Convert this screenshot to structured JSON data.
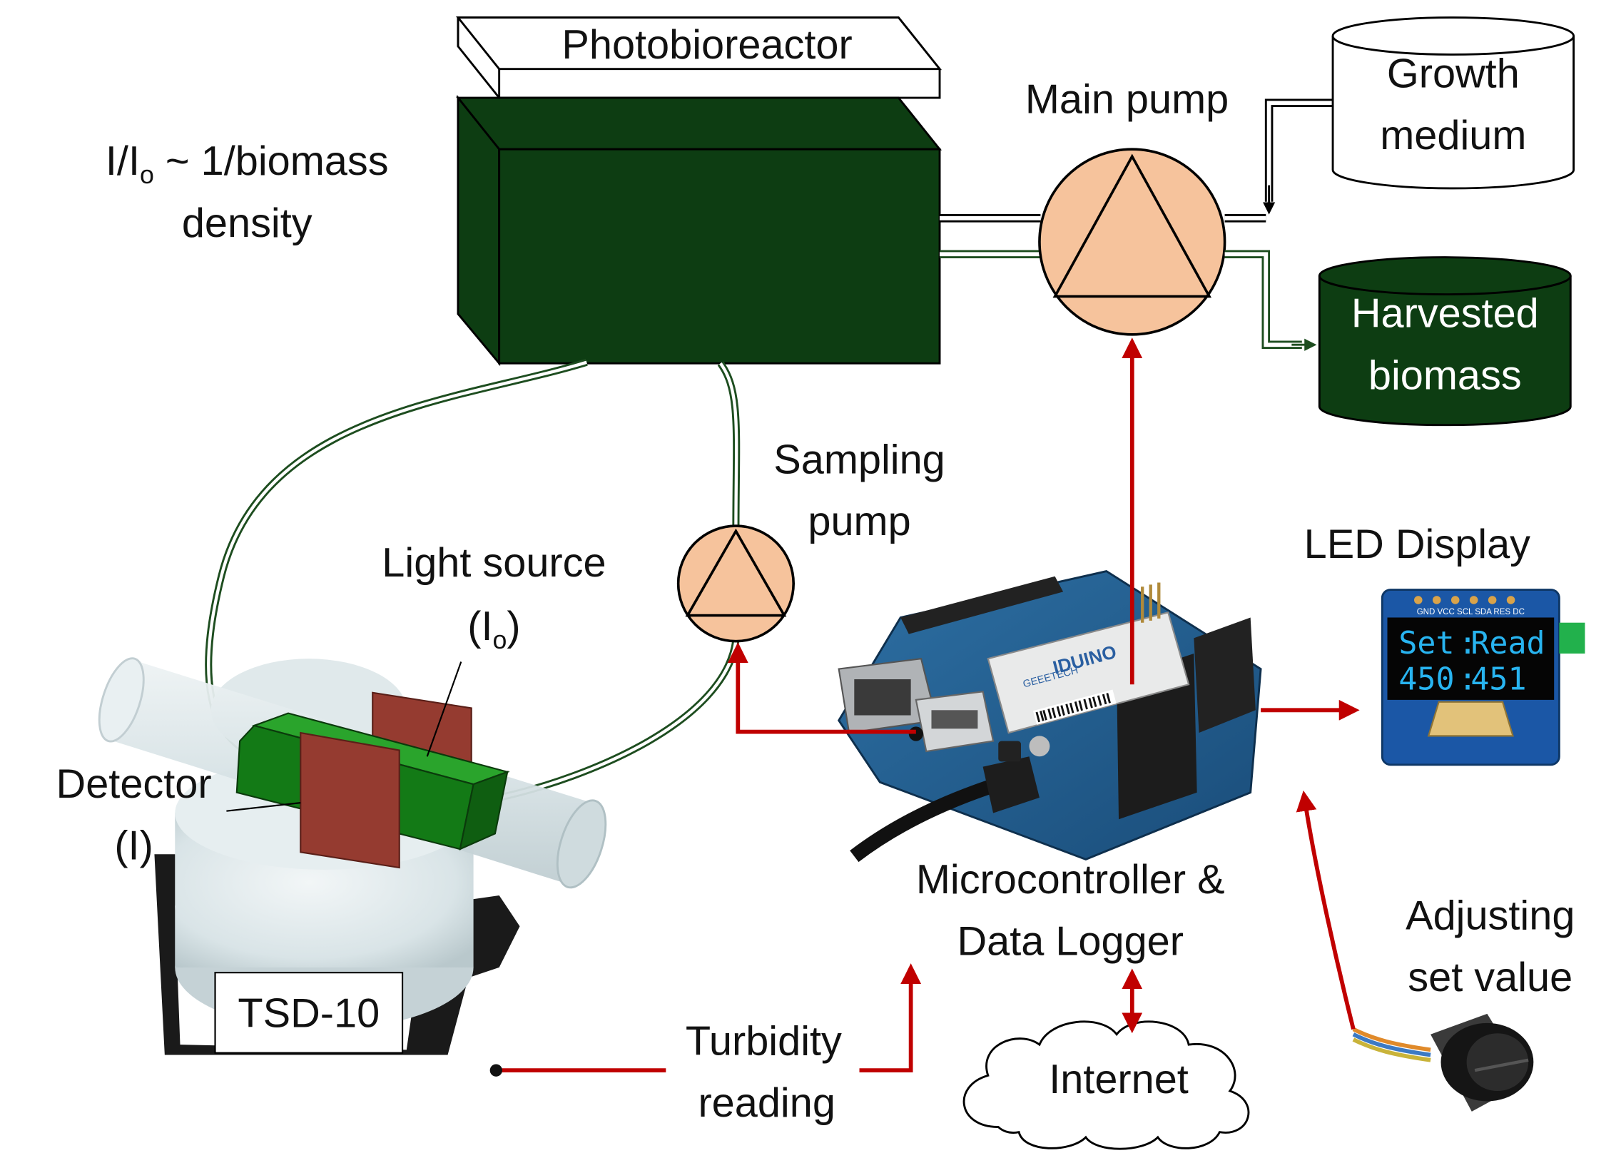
{
  "labels": {
    "photobioreactor": "Photobioreactor",
    "ratio_line1_a": "I/I",
    "ratio_line1_sub": "o",
    "ratio_line1_b": " ~ 1/biomass",
    "ratio_line2": "density",
    "main_pump": "Main pump",
    "growth_medium_line1": "Growth",
    "growth_medium_line2": "medium",
    "harvested_line1": "Harvested",
    "harvested_line2": "biomass",
    "sampling_line1": "Sampling",
    "sampling_line2": "pump",
    "light_source_line1": "Light source",
    "light_source_line2_a": "(I",
    "light_source_line2_sub": "o",
    "light_source_line2_b": ")",
    "detector_line1": "Detector",
    "detector_line2": "(I)",
    "tsd": "TSD-10",
    "led_display": "LED Display",
    "mcu_line1": "Microcontroller &",
    "mcu_line2": "Data Logger",
    "turbidity_line1": "Turbidity",
    "turbidity_line2": "reading",
    "internet": "Internet",
    "adjust_line1": "Adjusting",
    "adjust_line2": "set value"
  },
  "oled": {
    "pins": "GND VCC SCL SDA RES DC",
    "set_label": "Set",
    "read_label": "Read",
    "set_value": "450",
    "read_value": "451"
  },
  "board": {
    "brand": "GEEETECH",
    "model": "IDUINO"
  },
  "colors": {
    "reactor_green": "#0d3d12",
    "tube_green": "#1d4d1f",
    "signal_red": "#c00000",
    "pump_fill": "#f6c39c",
    "panel_brown": "#953b30",
    "sensor_green": "#1b8a1d",
    "oled_text": "#28b4f0"
  }
}
